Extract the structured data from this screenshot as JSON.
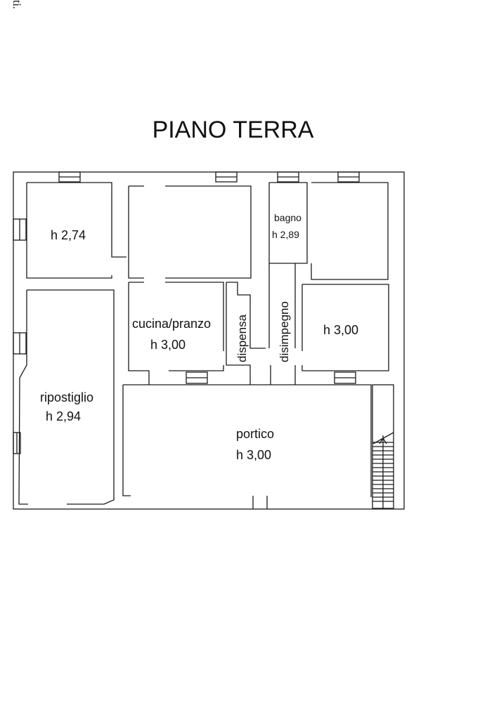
{
  "corner_text": "ti.",
  "title": "PIANO TERRA",
  "rooms": {
    "room_nw": {
      "height": "h 2,74"
    },
    "bagno": {
      "name": "bagno",
      "height": "h 2,89"
    },
    "cucina": {
      "name": "cucina/pranzo",
      "height": "h 3,00"
    },
    "dispensa": {
      "name": "dispensa"
    },
    "disimpegno": {
      "name": "disimpegno"
    },
    "room_e": {
      "height": "h 3,00"
    },
    "ripostiglio": {
      "name": "ripostiglio",
      "height": "h 2,94"
    },
    "portico": {
      "name": "portico",
      "height": "h 3,00"
    }
  },
  "colors": {
    "line": "#1a1a1a",
    "background": "#ffffff"
  }
}
